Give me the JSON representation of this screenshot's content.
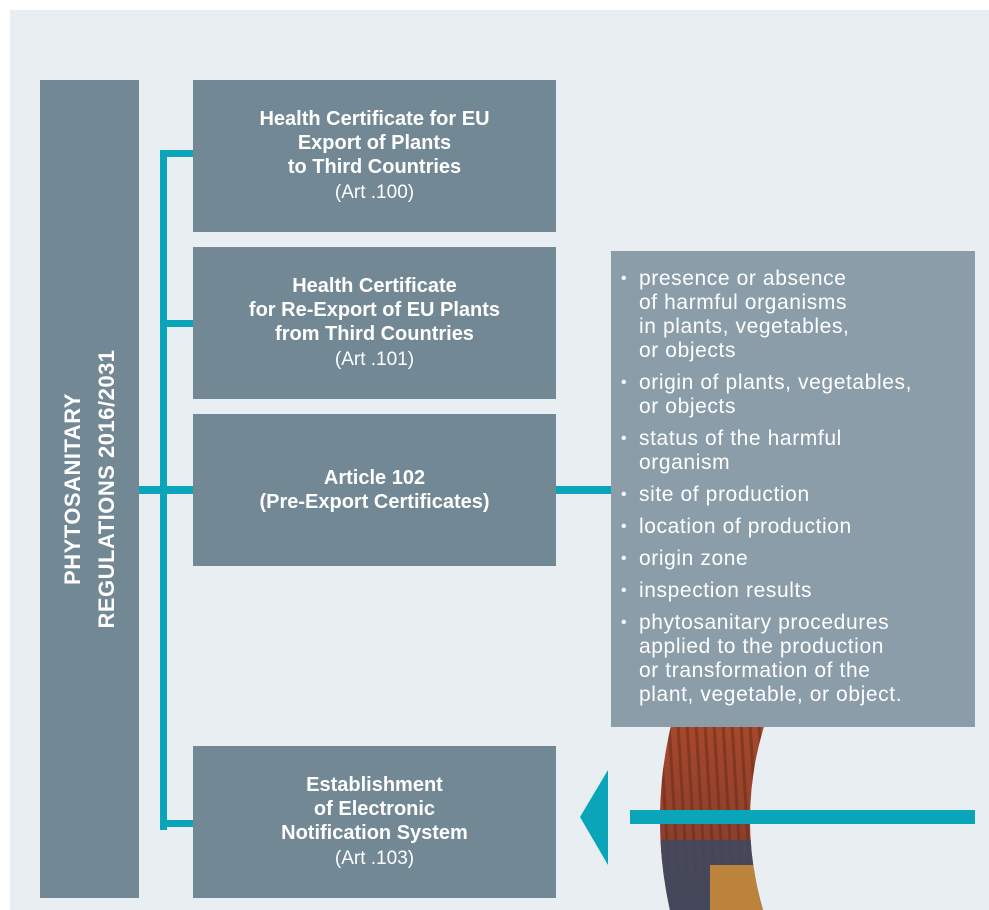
{
  "colors": {
    "background": "#e8eef1",
    "box": "#728894",
    "panel": "#8a9da9",
    "connector": "#0aa5b8",
    "text": "#ffffff"
  },
  "vertical_title": {
    "line1": "PHYTOSANITARY",
    "line2": "REGULATIONS  2016/2031"
  },
  "boxes": [
    {
      "title": "Health Certificate for EU\nExport of Plants\nto Third Countries",
      "subtitle": "(Art .100)"
    },
    {
      "title": "Health Certificate\nfor Re-Export of EU Plants\nfrom Third Countries",
      "subtitle": "(Art .101)"
    },
    {
      "title": "Article 102\n(Pre-Export Certificates)",
      "subtitle": ""
    },
    {
      "title": "Establishment\nof Electronic\nNotification System",
      "subtitle": "(Art .103)"
    }
  ],
  "details": {
    "items": [
      "presence or absence\nof harmful organisms\nin plants, vegetables,\nor objects",
      "origin of plants, vegetables,\nor objects",
      "status of the harmful\norganism",
      "site of production",
      "location of production",
      "origin zone",
      "inspection results",
      "phytosanitary procedures\napplied to the production\nor transformation of the\nplant, vegetable, or object."
    ]
  },
  "icons": {
    "arrow": "arrow-left-icon",
    "background_image": "shipping-containers-photo"
  }
}
